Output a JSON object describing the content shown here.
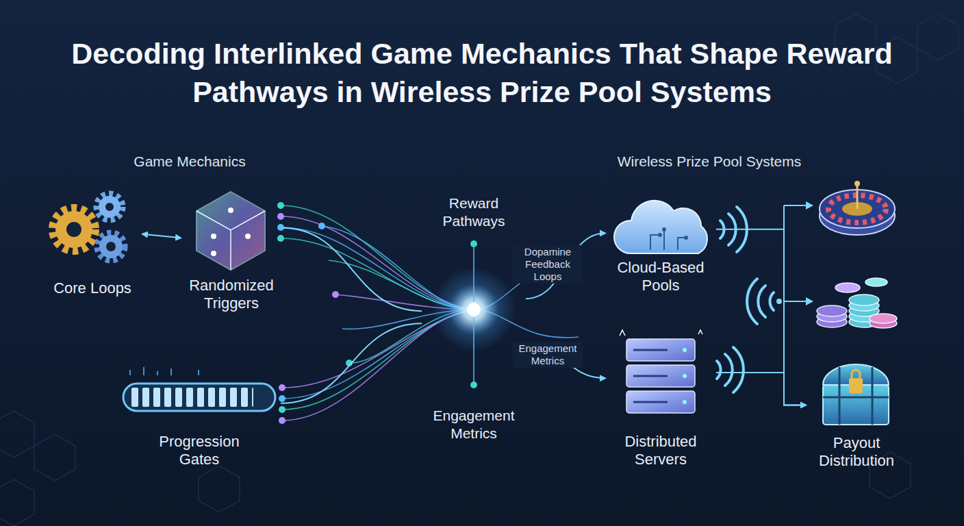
{
  "diagram": {
    "title": "Decoding Interlinked Game Mechanics That Shape Reward Pathways in Wireless Prize Pool Systems",
    "nodes": [
      {
        "text": [
          "Core Loops"
        ]
      },
      {
        "text": [
          "Randomized Triggers"
        ]
      },
      {
        "text": [
          "Progression Gates"
        ]
      },
      {
        "text": [
          "Reward Pathways",
          "Engagement Metrics"
        ]
      },
      {
        "text": [
          "Cloud-Based Pools"
        ]
      },
      {
        "text": [
          "Distributed Servers"
        ]
      },
      {
        "text": [
          "Payout Distribution"
        ]
      }
    ],
    "edges": [
      {
        "from": 0,
        "to": 1,
        "arrow": "both"
      },
      {
        "from": 1,
        "to": 3,
        "arrow": "none"
      },
      {
        "from": 2,
        "to": 3,
        "arrow": "none"
      },
      {
        "from": 3,
        "to": 4,
        "label": "Dopamine Feedback Loops",
        "arrow": "to"
      },
      {
        "from": 3,
        "to": 5,
        "label": "Engagement Metrics",
        "arrow": "to"
      },
      {
        "from": 4,
        "to": 6,
        "arrow": "to"
      },
      {
        "from": 5,
        "to": 6,
        "arrow": "to"
      }
    ],
    "labels": [
      "Game Mechanics",
      "Wireless Prize Pool Systems"
    ]
  }
}
